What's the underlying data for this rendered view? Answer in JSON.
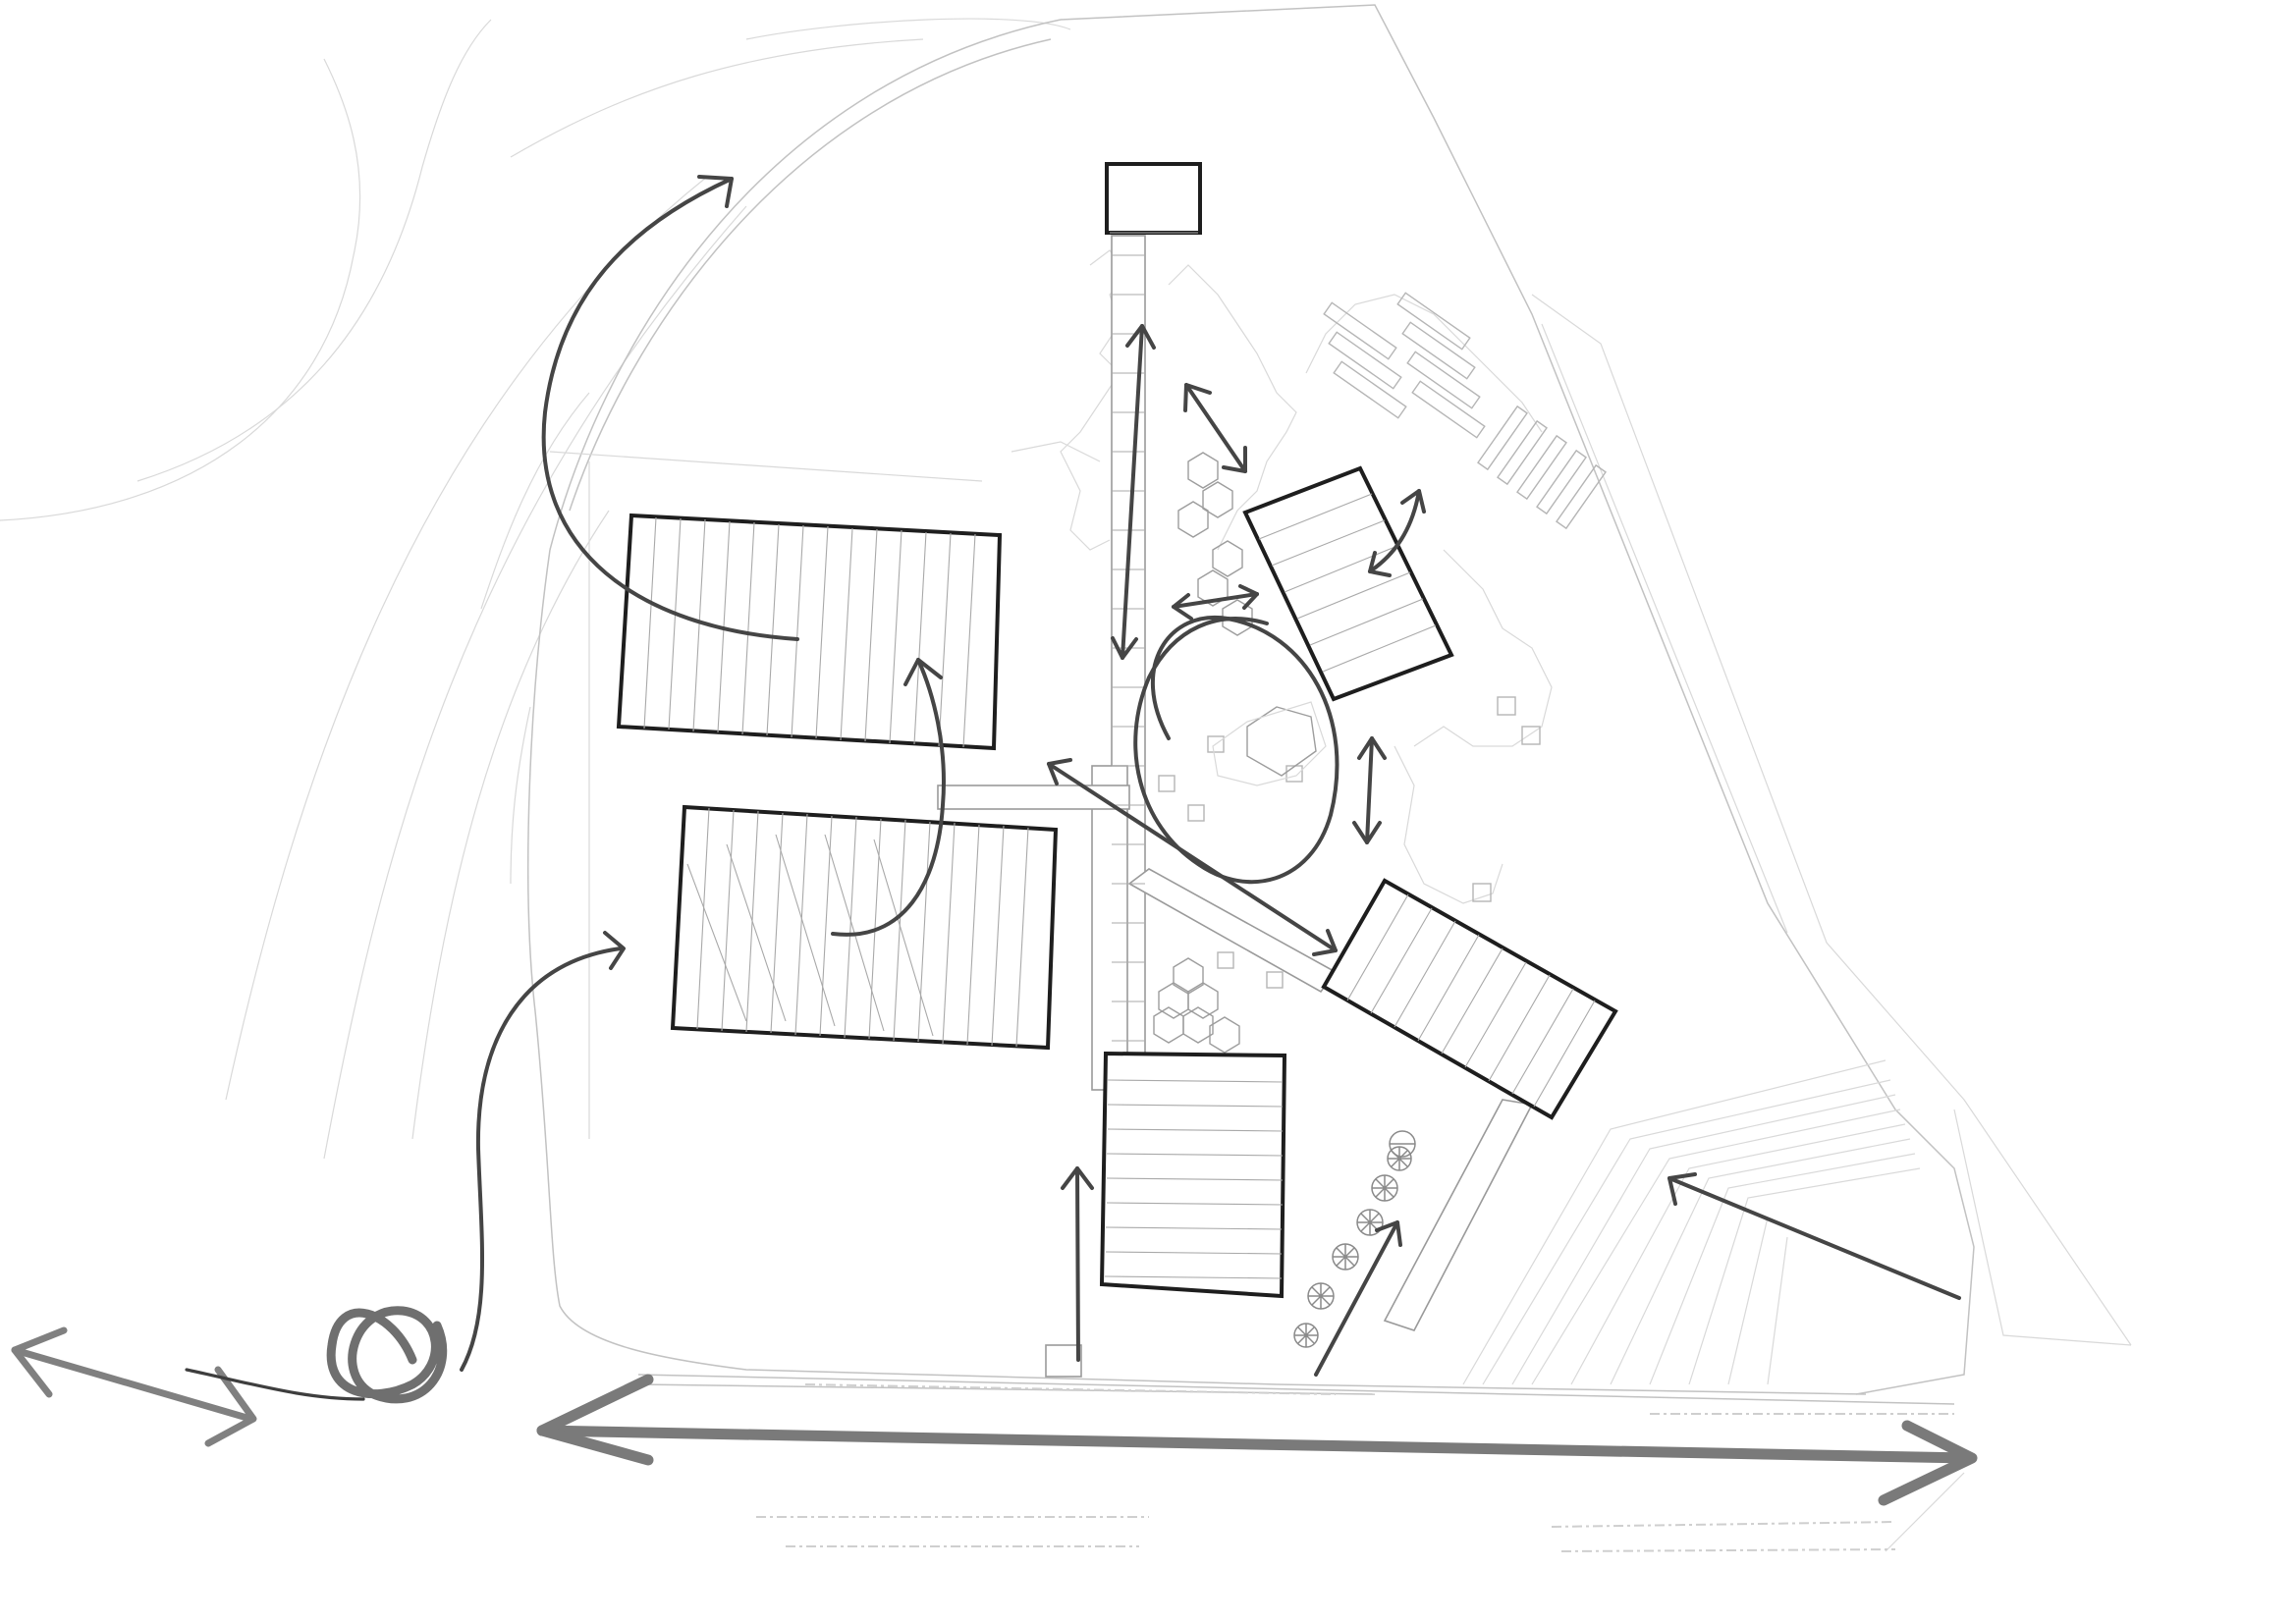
{
  "diagram": {
    "type": "site-plan-sketch",
    "style": "hand-drawn circulation diagram over a grey site plan",
    "colors": {
      "background": "#ffffff",
      "site_lines": "#c2c2c2",
      "buildings": "#1e1e1e",
      "arrows_dark": "#454545",
      "arrows_grey": "#7a7a7a"
    },
    "buildings": [
      {
        "name": "north-pavilion"
      },
      {
        "name": "west-block-upper"
      },
      {
        "name": "west-block-lower"
      },
      {
        "name": "east-block-upper"
      },
      {
        "name": "east-block-lower"
      },
      {
        "name": "south-block"
      }
    ],
    "arrows": [
      {
        "name": "northwest-curved-arrow",
        "kind": "curved",
        "weight": "dark"
      },
      {
        "name": "west-block-inner-curved-arrow",
        "kind": "curved",
        "weight": "dark"
      },
      {
        "name": "southwest-curved-arrow",
        "kind": "curved",
        "weight": "dark"
      },
      {
        "name": "spine-double-arrow",
        "kind": "double",
        "weight": "dark"
      },
      {
        "name": "garden-double-arrow",
        "kind": "double",
        "weight": "dark"
      },
      {
        "name": "east-upper-curved-double-arrow",
        "kind": "double",
        "weight": "dark"
      },
      {
        "name": "plaza-double-arrow",
        "kind": "double",
        "weight": "dark"
      },
      {
        "name": "diagonal-double-arrow",
        "kind": "double",
        "weight": "dark"
      },
      {
        "name": "plaza-loop-arrow",
        "kind": "loop",
        "weight": "dark"
      },
      {
        "name": "south-entry-arrow",
        "kind": "single",
        "weight": "dark"
      },
      {
        "name": "tree-row-arrow",
        "kind": "single",
        "weight": "dark"
      },
      {
        "name": "east-approach-arrow",
        "kind": "single",
        "weight": "dark"
      },
      {
        "name": "southwest-road-double-arrow",
        "kind": "double",
        "weight": "grey"
      },
      {
        "name": "main-road-double-arrow",
        "kind": "double",
        "weight": "grey"
      },
      {
        "name": "roundabout-loop",
        "kind": "loop",
        "weight": "grey"
      }
    ]
  }
}
